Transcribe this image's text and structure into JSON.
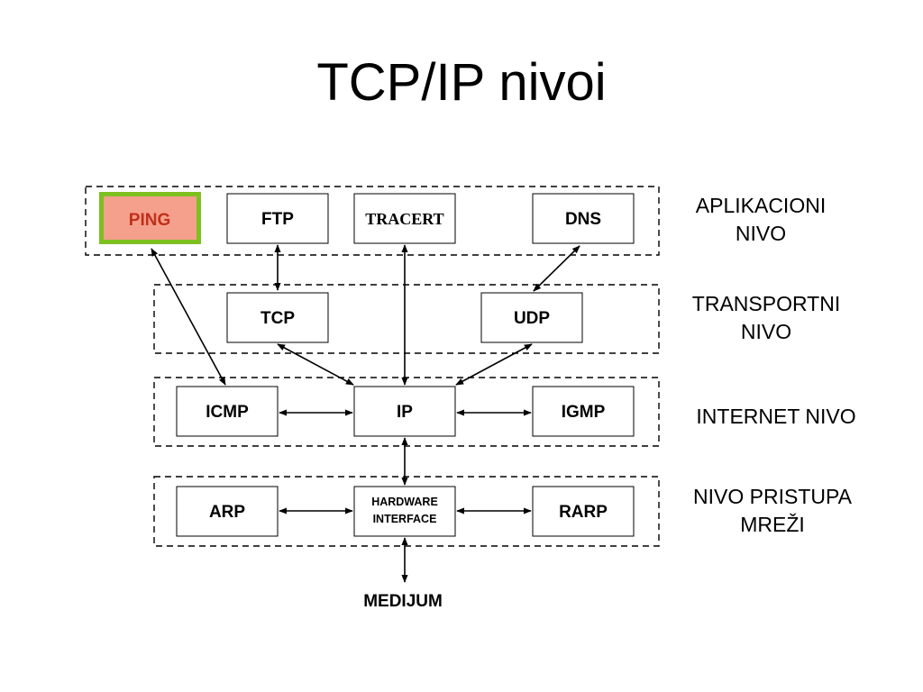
{
  "slide": {
    "title": "TCP/IP nivoi"
  },
  "layers": {
    "application": {
      "line1": "APLIKACIONI",
      "line2": "NIVO"
    },
    "transport": {
      "line1": "TRANSPORTNI",
      "line2": "NIVO"
    },
    "internet": {
      "line1": "INTERNET NIVO"
    },
    "network_access": {
      "line1": "NIVO PRISTUPA",
      "line2": "MREŽI"
    }
  },
  "boxes": {
    "ping": "PING",
    "ftp": "FTP",
    "tracert": "TRACERT",
    "dns": "DNS",
    "tcp": "TCP",
    "udp": "UDP",
    "icmp": "ICMP",
    "ip": "IP",
    "igmp": "IGMP",
    "arp": "ARP",
    "hardware_interface": {
      "line1": "HARDWARE",
      "line2": "INTERFACE"
    },
    "rarp": "RARP"
  },
  "medium": "MEDIJUM",
  "colors": {
    "ping_fill": "#f5a08c",
    "ping_border": "#7ec020",
    "ping_text": "#c0301a"
  }
}
